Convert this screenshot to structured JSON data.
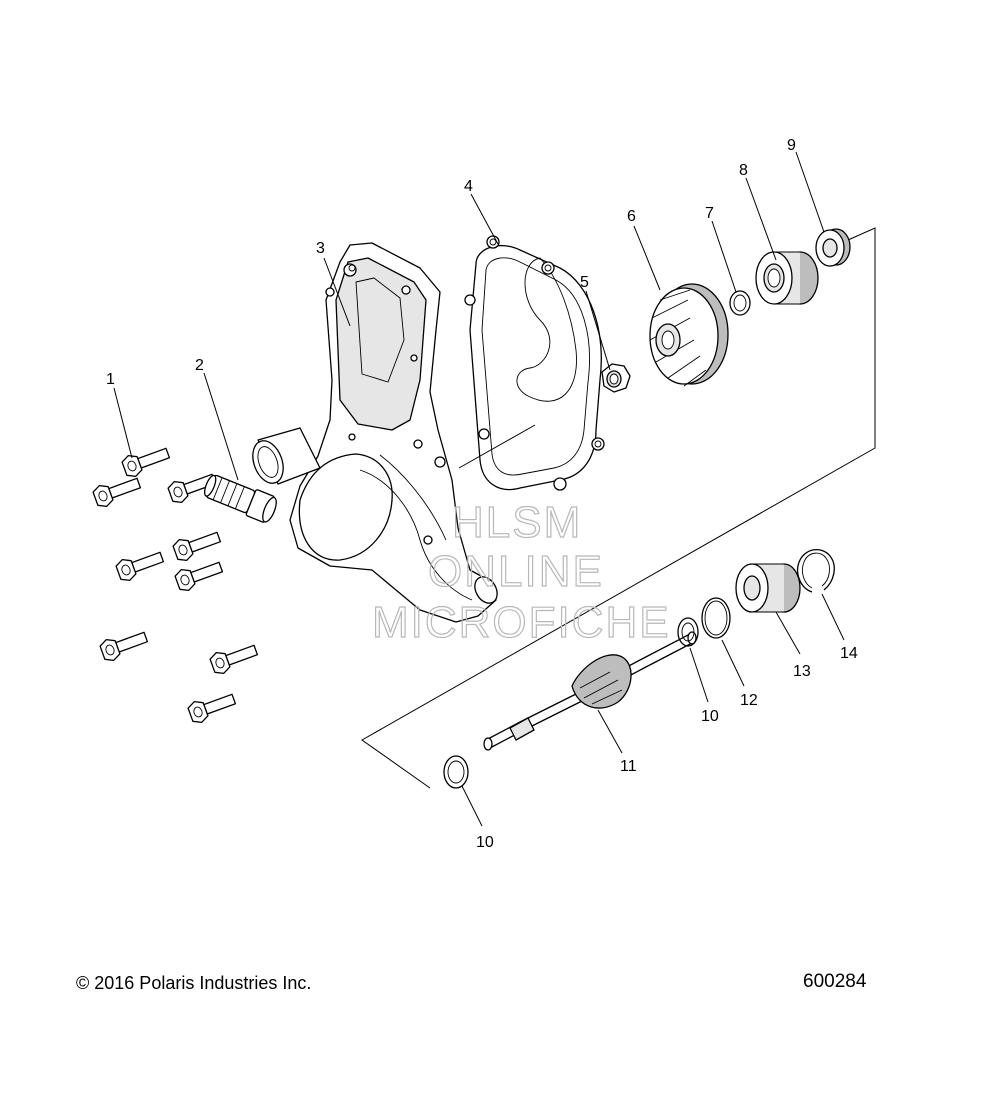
{
  "callouts": [
    {
      "id": "c1",
      "text": "1"
    },
    {
      "id": "c2",
      "text": "2"
    },
    {
      "id": "c3",
      "text": "3"
    },
    {
      "id": "c4",
      "text": "4"
    },
    {
      "id": "c5",
      "text": "5"
    },
    {
      "id": "c6",
      "text": "6"
    },
    {
      "id": "c7",
      "text": "7"
    },
    {
      "id": "c8",
      "text": "8"
    },
    {
      "id": "c9",
      "text": "9"
    },
    {
      "id": "c10a",
      "text": "10"
    },
    {
      "id": "c10b",
      "text": "10"
    },
    {
      "id": "c11",
      "text": "11"
    },
    {
      "id": "c12",
      "text": "12"
    },
    {
      "id": "c13",
      "text": "13"
    },
    {
      "id": "c14",
      "text": "14"
    }
  ],
  "watermark": {
    "line1": "HLSM",
    "line2": "ONLINE",
    "line3": "MICROFICHE"
  },
  "footer": {
    "copyright": "© 2016 Polaris Industries Inc.",
    "doc_number": "600284"
  }
}
